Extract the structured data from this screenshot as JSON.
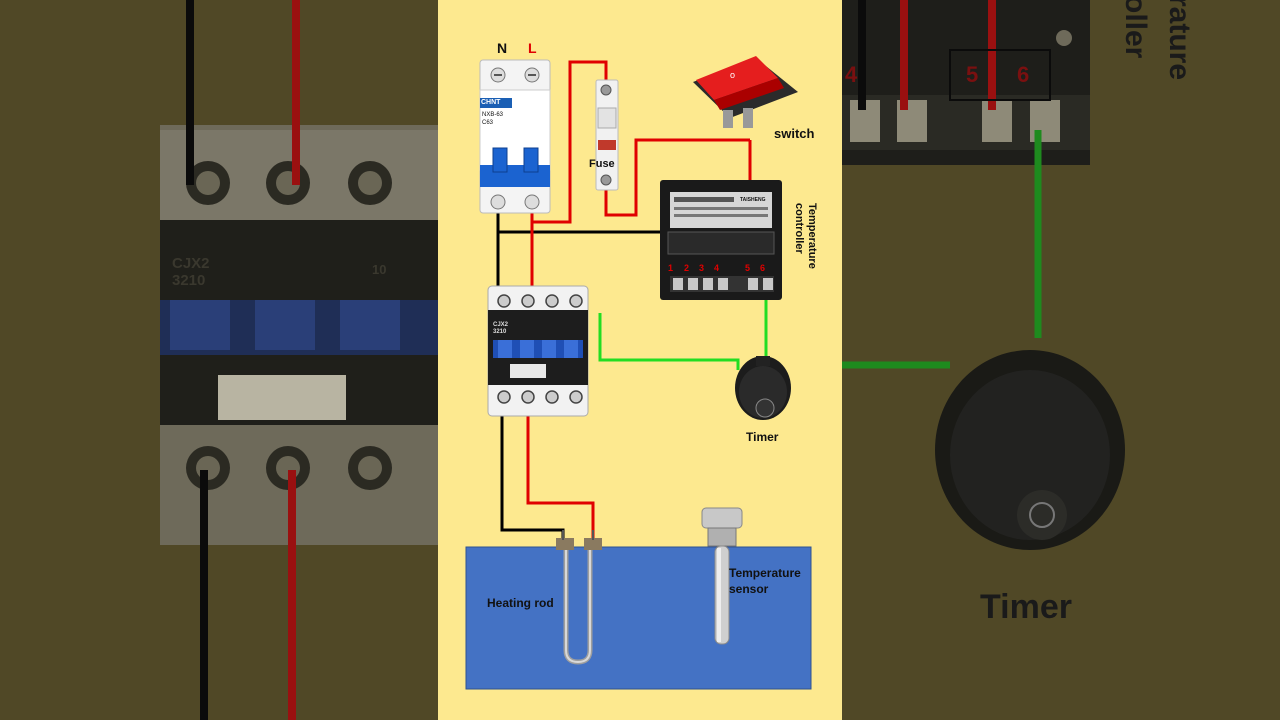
{
  "labels": {
    "n": "N",
    "l": "L",
    "fuse": "Fuse",
    "switch": "switch",
    "temp_controller": "Temperature controller",
    "timer": "Timer",
    "heating_rod": "Heating rod",
    "temp_sensor_line1": "Temperature",
    "temp_sensor_line2": "sensor"
  },
  "devices": {
    "breaker_brand": "CHNT",
    "breaker_model": "NXB-63",
    "breaker_rating": "C63",
    "contactor_model_line1": "CJX2",
    "contactor_model_line2": "3210",
    "controller_brand": "TAISHENG",
    "controller_terminals": [
      "1",
      "2",
      "3",
      "4",
      "5",
      "6"
    ]
  },
  "background": {
    "left_contactor_line1": "CJX2",
    "left_contactor_line2": "3210",
    "left_contactor_code": "10",
    "right_terminal_5": "5",
    "right_terminal_6": "6",
    "right_terminal_4": "4",
    "right_partial_label": "rature",
    "right_partial_label2": "oller",
    "right_timer_label": "Timer"
  },
  "colors": {
    "background_panel": "#fde98f",
    "water": "#4472c4",
    "live_wire": "#e00000",
    "neutral_wire": "#000000",
    "sensor_wire": "#22cc22"
  }
}
